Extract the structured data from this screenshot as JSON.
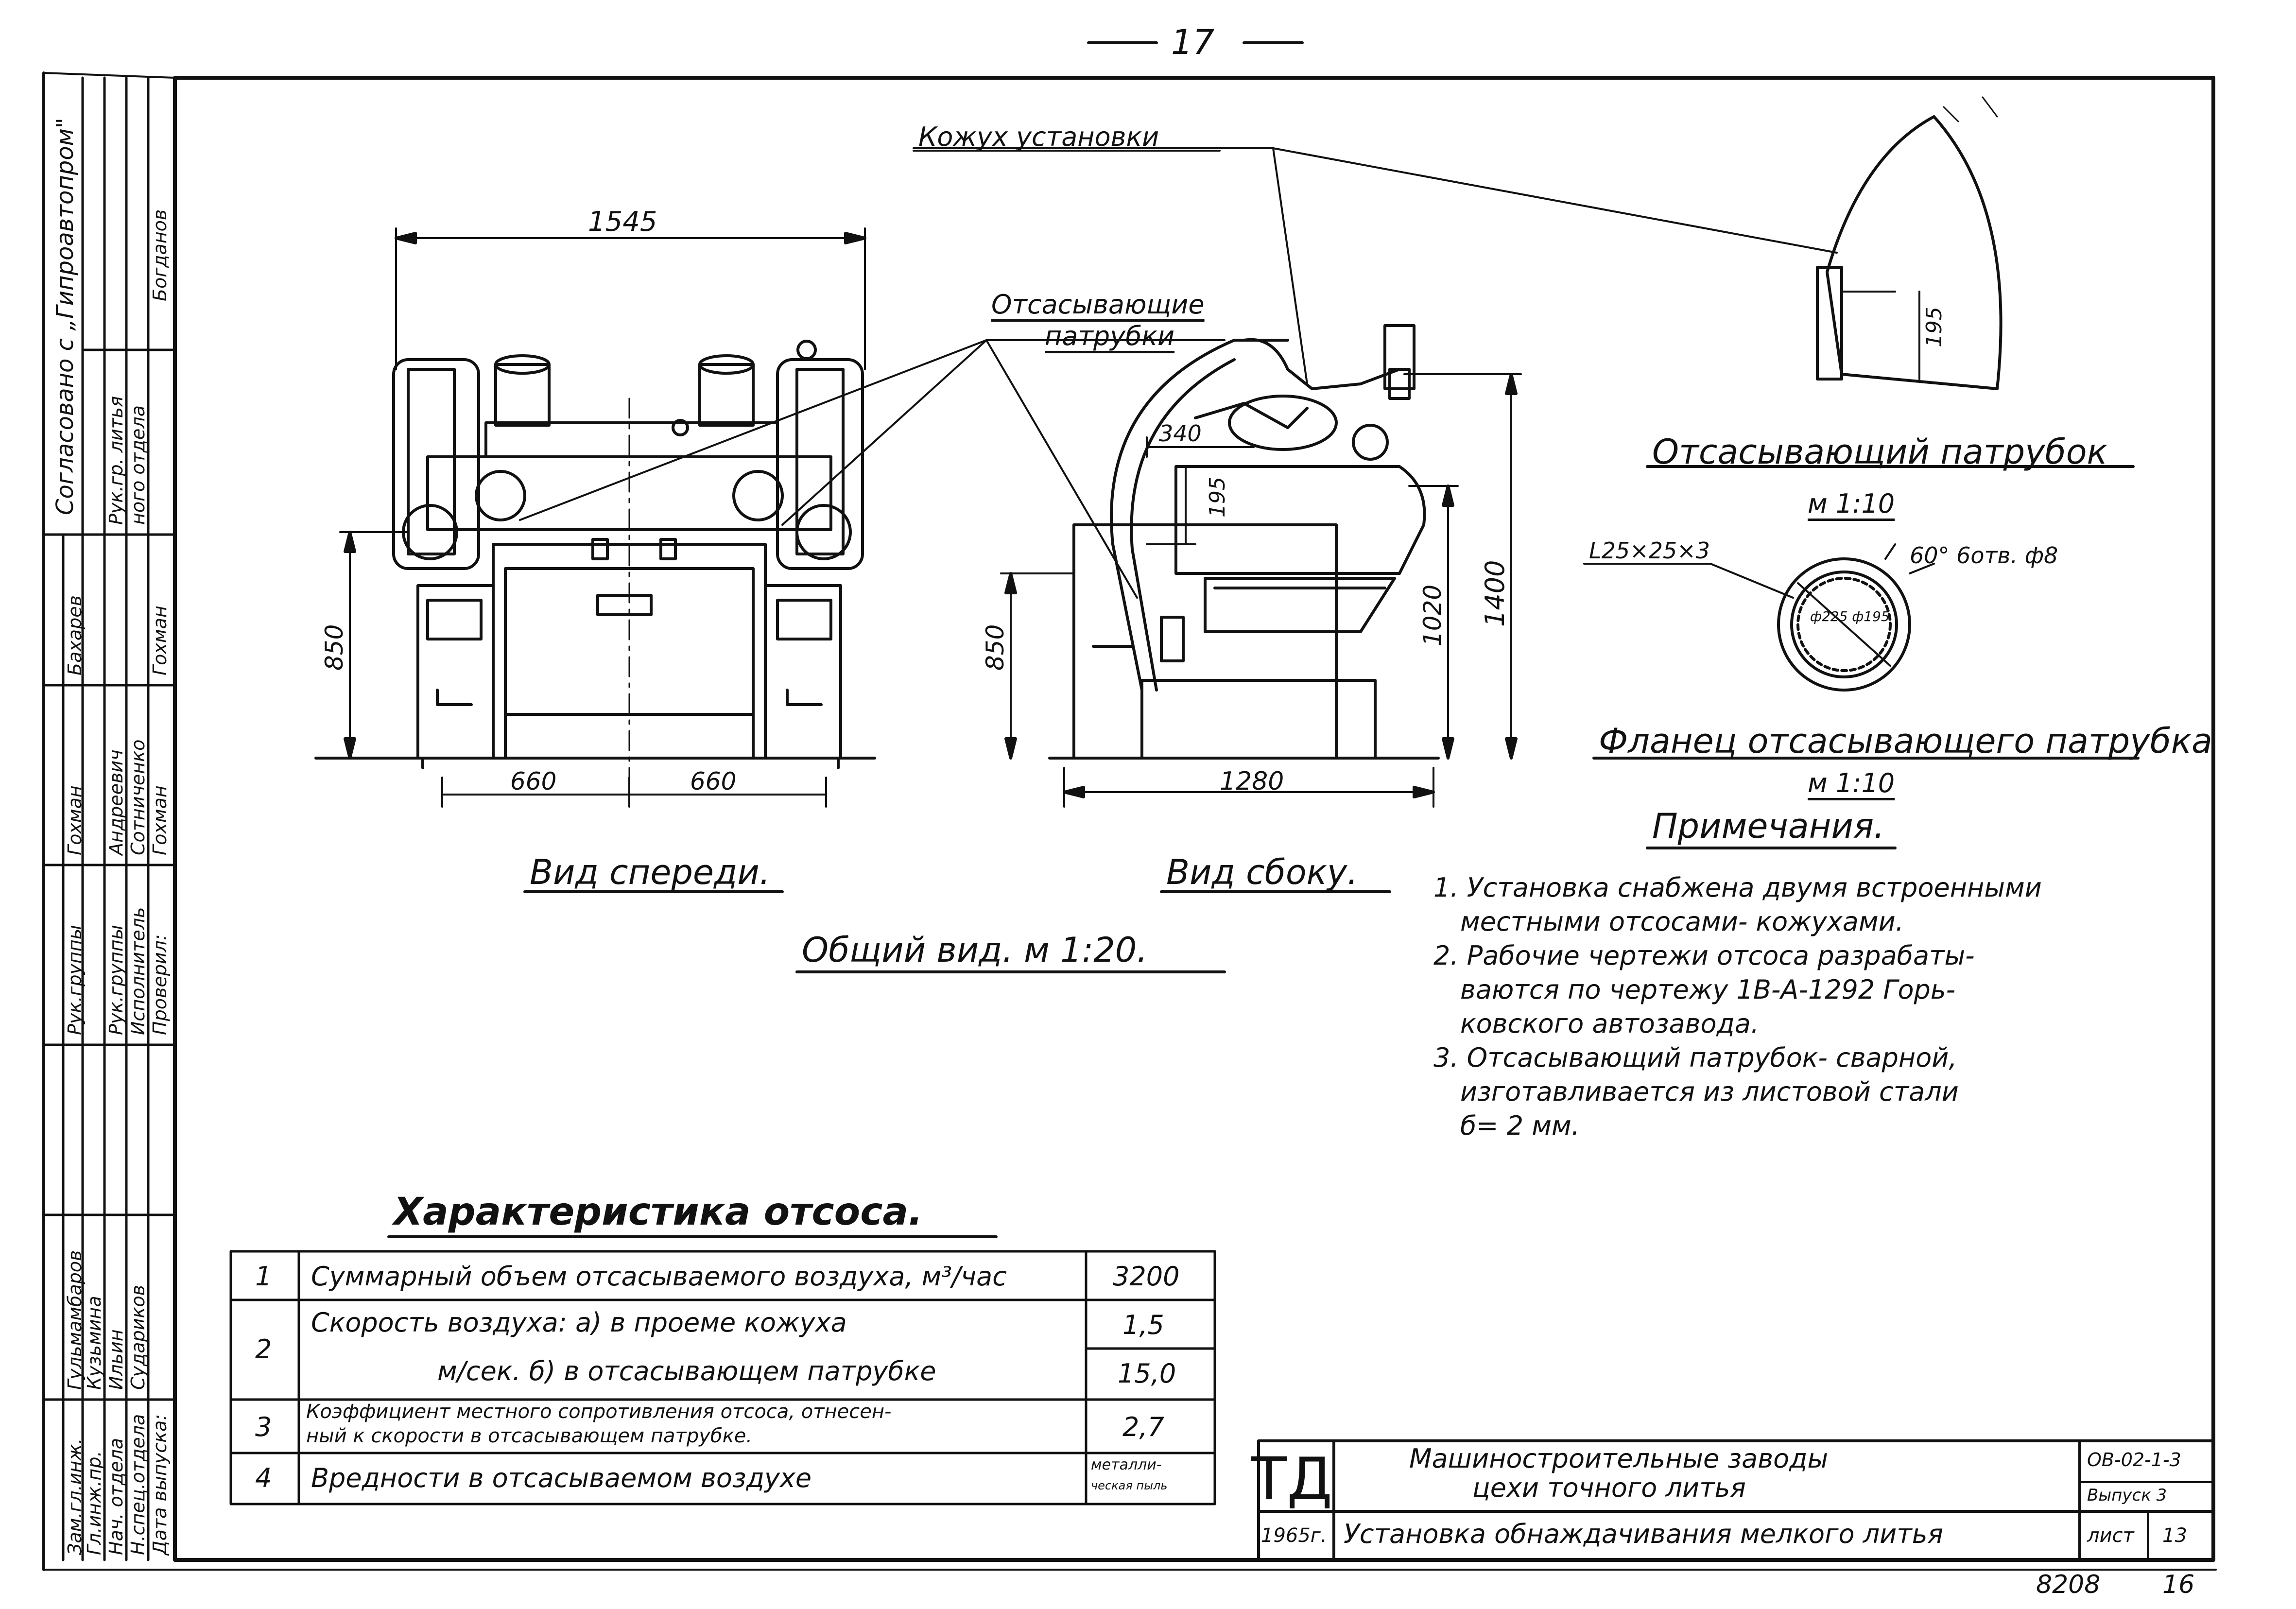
{
  "page_number": "17",
  "labels": {
    "casing": "Кожух установки",
    "nozzles": "Отсасывающие",
    "nozzles2": "патрубки",
    "front_view": "Вид спереди.",
    "side_view": "Вид сбоку.",
    "general_view": "Общий вид. м 1:20.",
    "nozzle_title": "Отсасывающий патрубок",
    "nozzle_scale": "м 1:10",
    "flange_title": "Фланец отсасывающего патрубка",
    "flange_scale": "м 1:10",
    "angle_label": "L25×25×3",
    "holes_label": "60° 6отв. ф8",
    "flange_dims": "ф225 ф195"
  },
  "dimensions": {
    "d1545": "1545",
    "d660a": "660",
    "d660b": "660",
    "d850a": "850",
    "d340": "340",
    "d195a": "195",
    "d850b": "850",
    "d1020": "1020",
    "d1400": "1400",
    "d1280": "1280",
    "d195b": "195"
  },
  "notes": {
    "title": "Примечания.",
    "items": [
      "1. Установка снабжена двумя встроенными",
      "местными отсосами- кожухами.",
      "2. Рабочие чертежи отсоса разрабаты-",
      "ваются по чертежу 1В-А-1292 Горь-",
      "ковского автозавода.",
      "3. Отсасывающий патрубок- сварной,",
      "изготавливается из листовой стали",
      "б= 2 мм."
    ]
  },
  "characteristics": {
    "title": "Характеристика отсоса.",
    "rows": [
      {
        "num": "1",
        "lines": [
          "Суммарный объем отсасываемого воздуха, м³/час"
        ],
        "value": "3200"
      },
      {
        "num": "2",
        "lines": [
          "Скорость воздуха: а) в проеме кожуха",
          "м/сек. б) в отсасывающем патрубке"
        ],
        "value": "1,5",
        "value2": "15,0"
      },
      {
        "num": "3",
        "lines": [
          "Коэффициент местного сопротивления отсоса, отнесен-",
          "ный к скорости в отсасывающем патрубке."
        ],
        "value": "2,7"
      },
      {
        "num": "4",
        "lines": [
          "Вредности в отсасываемом воздухе"
        ],
        "value": "металли-",
        "value2": "ческая пыль"
      }
    ]
  },
  "title_block": {
    "logo": "ТД",
    "year": "1965г.",
    "line1": "Машиностроительные заводы",
    "line2": "цехи точного литья",
    "line3": "Установка обнаждачивания мелкого литья",
    "code": "ОВ-02-1-3",
    "issue": "Выпуск 3",
    "sheet_label": "лист",
    "sheet_no": "13",
    "drawing_no": "8208",
    "bottom_no": "16"
  },
  "sidebar": {
    "approval": "Согласовано с „Гипроавтопром\"",
    "col_pos": [
      "Дата выпуска:",
      "Н.спец.отдела",
      "Нач. отдела",
      "Гл.инж.пр.",
      "Зам.гл.инж."
    ],
    "col_names": [
      "Судариков",
      "Ильин",
      "Кузьмина",
      "Гульмамбаров"
    ],
    "col_pos2": [
      "Проверил:",
      "Исполнитель",
      "Рук.группы",
      "Рук.группы"
    ],
    "col_names2": [
      "Гохман",
      "Сотниченко",
      "Андреевич",
      "Гохман"
    ],
    "col_names3": [
      "Гохман",
      "Бахарев"
    ],
    "col_misc": [
      "Рук.гр. литья",
      "ного отдела",
      "Богданов"
    ]
  }
}
